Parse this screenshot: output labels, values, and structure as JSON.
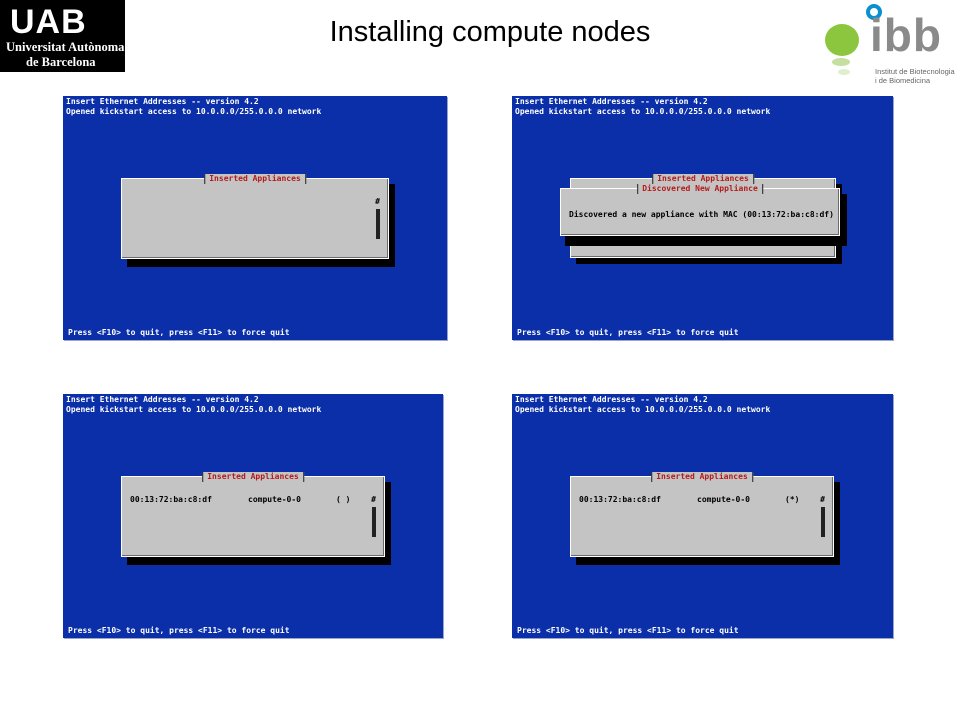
{
  "slide": {
    "title": "Installing compute nodes"
  },
  "logos": {
    "uab": {
      "mark": "UAB",
      "line1": "Universitat Autònoma",
      "line2": "de Barcelona"
    },
    "ibb": {
      "mark": "ibb",
      "line1": "Institut de Biotecnologia",
      "line2": "i de Biomedicina",
      "accent": "#8cc63f",
      "blue": "#0a8fd0"
    }
  },
  "terminal": {
    "background": "#0a2fa8",
    "header_line1": "Insert Ethernet Addresses -- version 4.2",
    "header_line2": "Opened kickstart access to 10.0.0.0/255.0.0.0 network",
    "footer": "Press <F10> to quit, press <F11> to force quit",
    "dialog_title": "Inserted Appliances",
    "scroll_marker": "#"
  },
  "screens": [
    {
      "state": "empty"
    },
    {
      "state": "discovered",
      "popup_title": "Discovered New Appliance",
      "popup_message": "Discovered a new appliance with MAC (00:13:72:ba:c8:df)"
    },
    {
      "state": "listed",
      "mac": "00:13:72:ba:c8:df",
      "name": "compute-0-0",
      "status": "( )"
    },
    {
      "state": "installed",
      "mac": "00:13:72:ba:c8:df",
      "name": "compute-0-0",
      "status": "(*)"
    }
  ]
}
